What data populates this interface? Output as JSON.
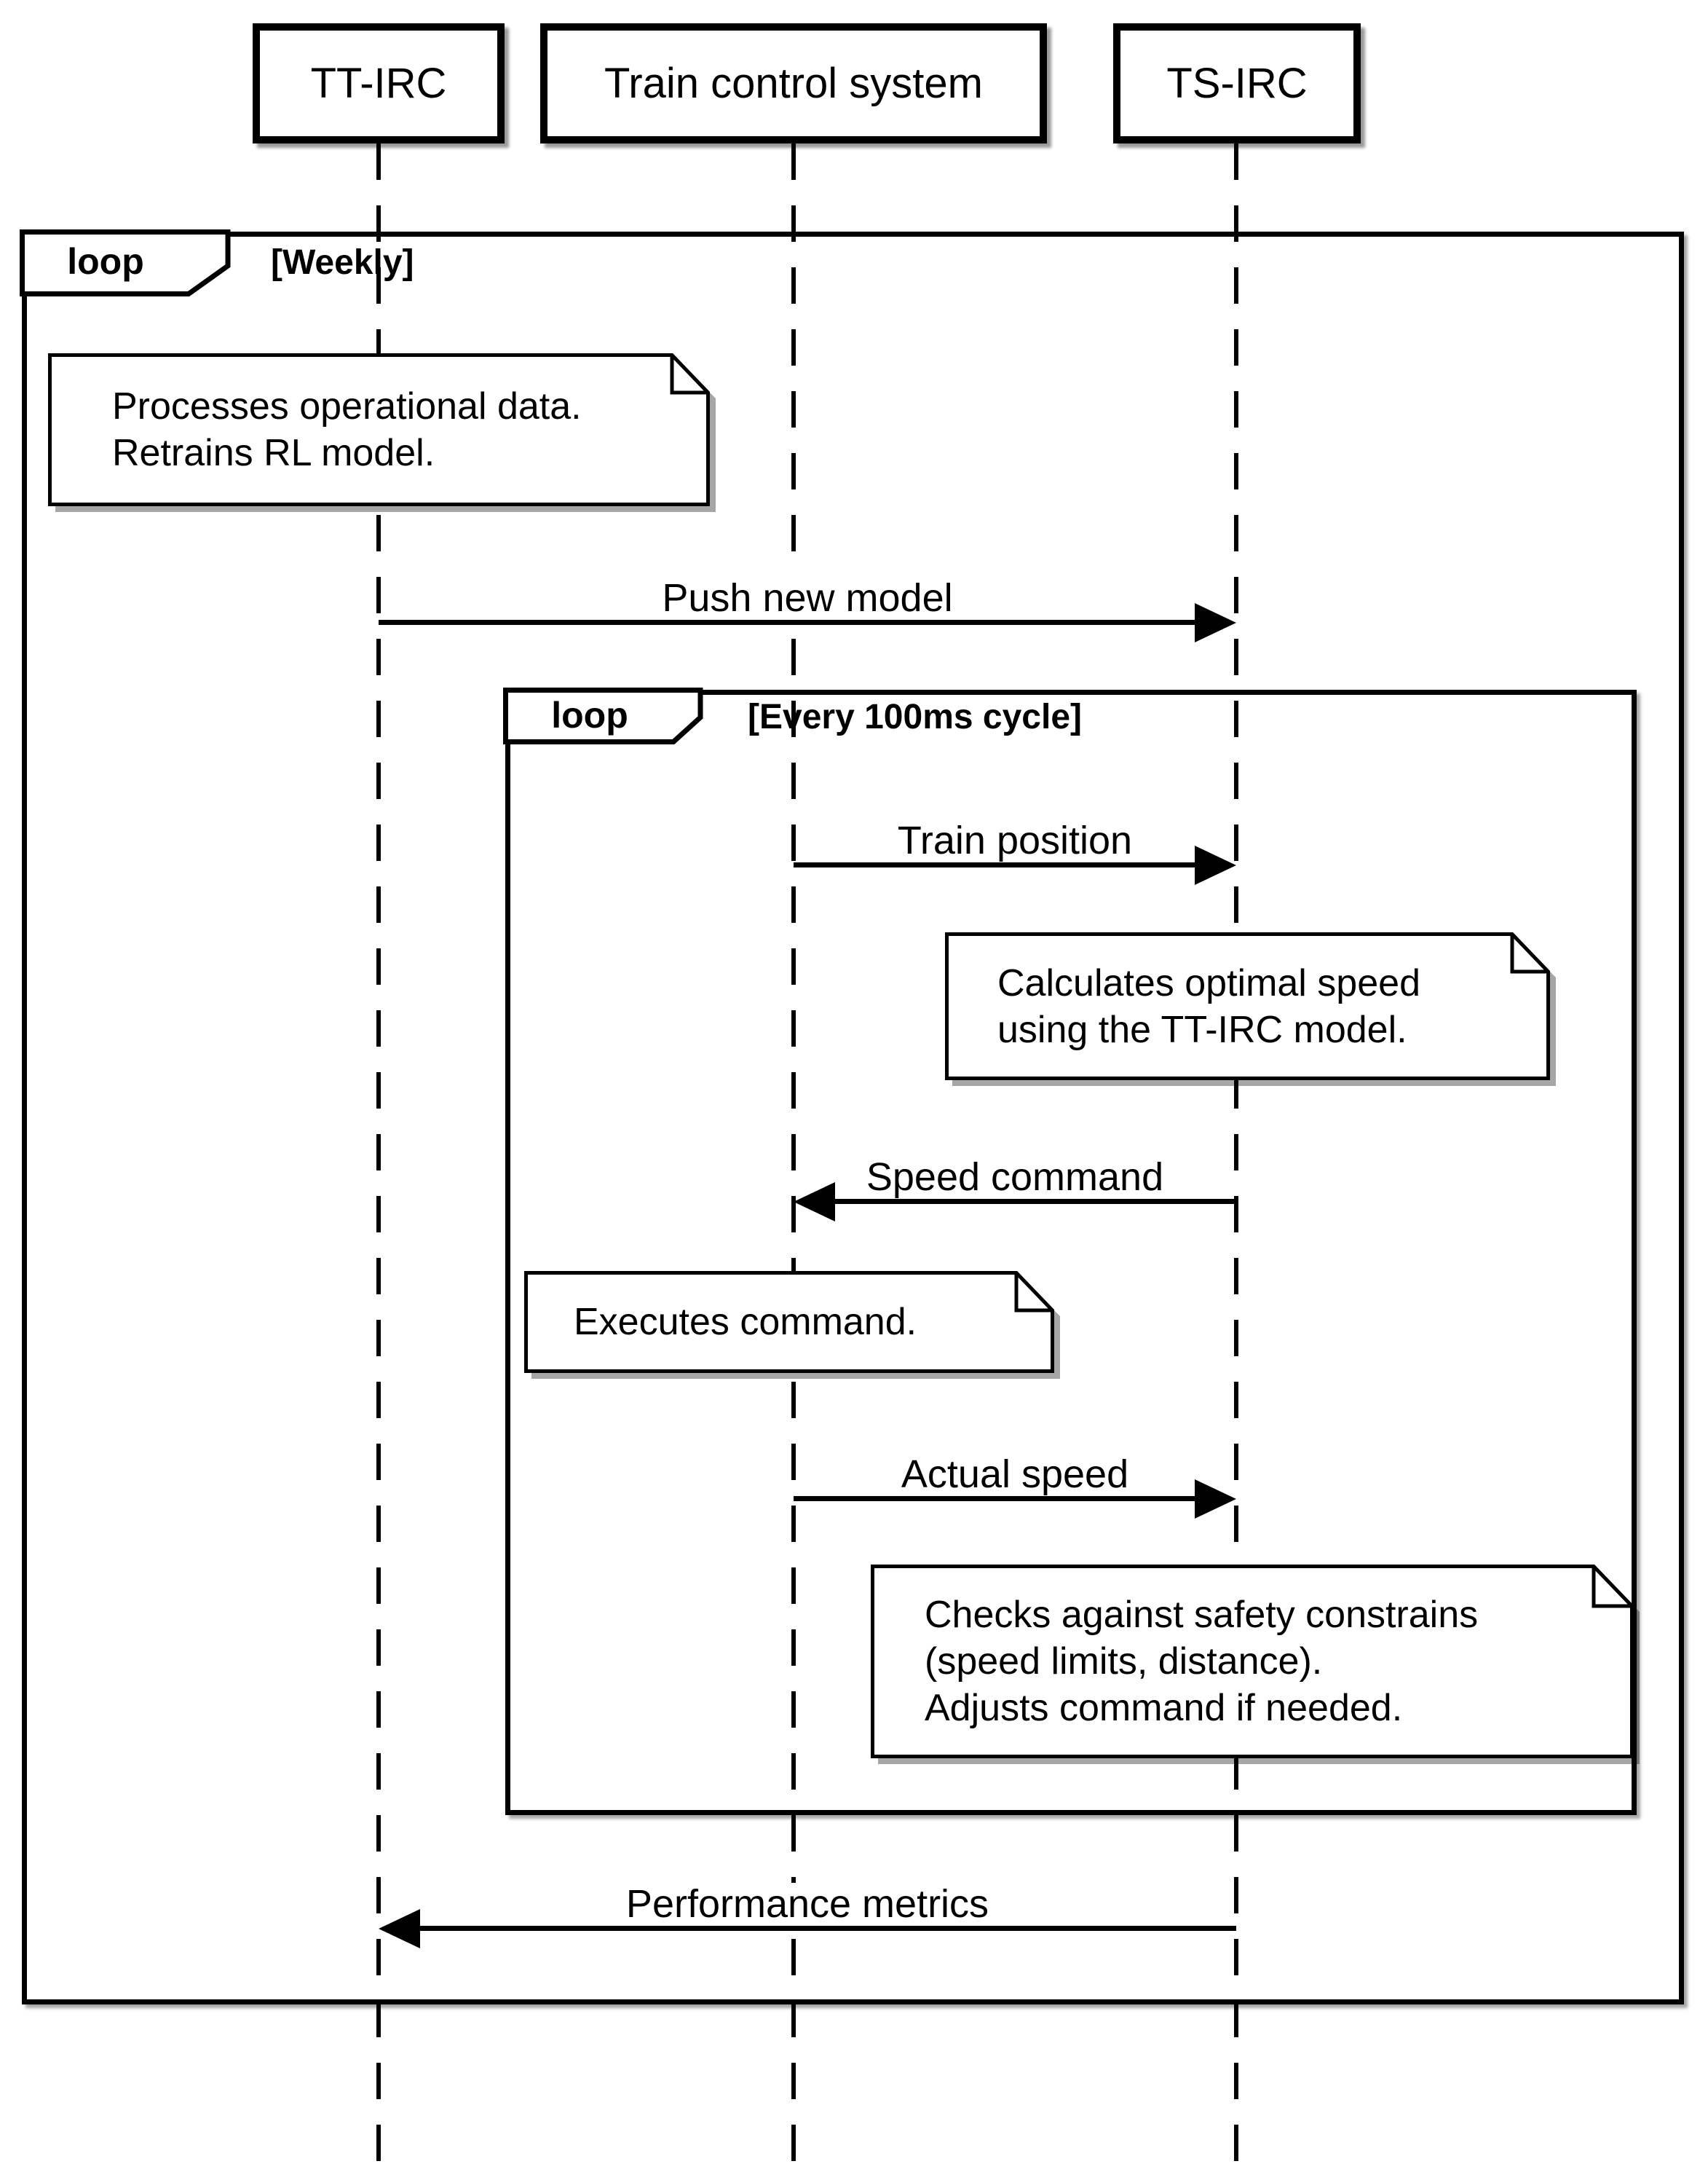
{
  "diagram": {
    "colors": {
      "line": "#000000",
      "fill": "#ffffff"
    },
    "participants": [
      {
        "name": "TT-IRC"
      },
      {
        "name": "Train control system"
      },
      {
        "name": "TS-IRC"
      }
    ],
    "outer_loop": {
      "operator": "loop",
      "guard": "[Weekly]"
    },
    "inner_loop": {
      "operator": "loop",
      "guard": "[Every 100ms cycle]"
    },
    "notes": [
      {
        "lines": [
          "Processes operational data.",
          "Retrains RL model."
        ]
      },
      {
        "lines": [
          "Calculates optimal speed",
          "using the TT-IRC model."
        ]
      },
      {
        "lines": [
          "Executes command."
        ]
      },
      {
        "lines": [
          "Checks against safety constrains",
          "(speed limits, distance).",
          "Adjusts command if needed."
        ]
      }
    ],
    "messages": [
      {
        "label": "Push new model",
        "from": "TT-IRC",
        "to": "TS-IRC"
      },
      {
        "label": "Train position",
        "from": "Train control system",
        "to": "TS-IRC"
      },
      {
        "label": "Speed command",
        "from": "TS-IRC",
        "to": "Train control system"
      },
      {
        "label": "Actual speed",
        "from": "Train control system",
        "to": "TS-IRC"
      },
      {
        "label": "Performance metrics",
        "from": "TS-IRC",
        "to": "TT-IRC"
      }
    ]
  }
}
